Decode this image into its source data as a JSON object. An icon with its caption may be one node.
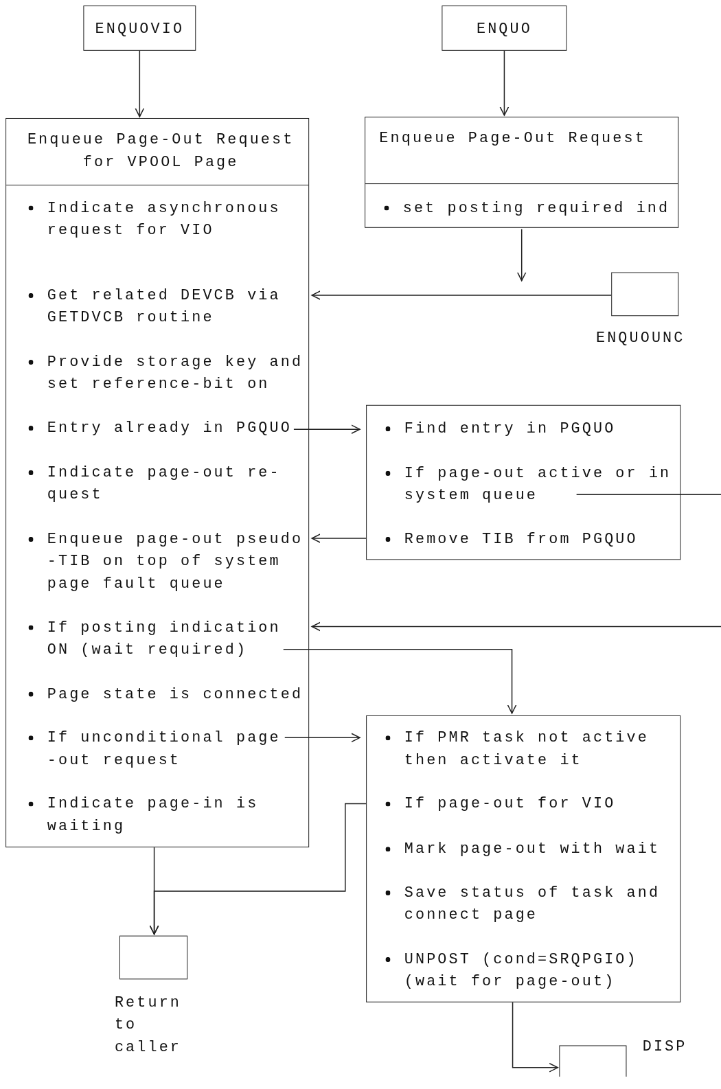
{
  "diagram": {
    "nodes": [
      {
        "text": [
          "ENQUOVIO"
        ]
      },
      {
        "text": [
          "ENQUO"
        ]
      },
      {
        "text": [
          "Enqueue Page-Out Request for VPOOL Page"
        ]
      },
      {
        "text": [
          "Indicate asynchronous request for VIO"
        ],
        "in": 2
      },
      {
        "text": [
          "Get related DEVCB via GETDVCB routine"
        ],
        "in": 2
      },
      {
        "text": [
          "Provide storage key and set reference-bit on"
        ],
        "in": 2
      },
      {
        "text": [
          "Entry already in PGQUO"
        ],
        "in": 2
      },
      {
        "text": [
          "Indicate page-out re- quest"
        ],
        "in": 2
      },
      {
        "text": [
          "Enqueue page-out pseudo -TIB on top of system page fault queue"
        ],
        "in": 2
      },
      {
        "text": [
          "If posting indication ON (wait required)"
        ],
        "in": 2
      },
      {
        "text": [
          "Page state is connected"
        ],
        "in": 2
      },
      {
        "text": [
          "If unconditional page -out request"
        ],
        "in": 2
      },
      {
        "text": [
          "Indicate page-in is waiting"
        ],
        "in": 2
      },
      {
        "text": [
          "Enqueue Page-Out Request"
        ]
      },
      {
        "text": [
          "set posting required ind"
        ],
        "in": 13
      },
      {
        "text": [],
        "shape": "box",
        "beside": [
          "ENQUOUNC"
        ]
      },
      {
        "text": [],
        "shape": "box"
      },
      {
        "text": [
          "Find entry in PGQUO"
        ],
        "in": 16
      },
      {
        "text": [
          "If page-out active or in system queue"
        ],
        "in": 16
      },
      {
        "text": [
          "Remove TIB from PGQUO"
        ],
        "in": 16
      },
      {
        "text": [],
        "shape": "box"
      },
      {
        "text": [
          "If PMR task not active then activate it"
        ],
        "in": 20
      },
      {
        "text": [
          "If page-out for VIO"
        ],
        "in": 20
      },
      {
        "text": [
          "Mark page-out with wait"
        ],
        "in": 20
      },
      {
        "text": [
          "Save status of task and connect page"
        ],
        "in": 20
      },
      {
        "text": [
          "UNPOST (cond=SRQPGIO) (wait for page-out)"
        ],
        "in": 20
      },
      {
        "text": [],
        "shape": "box",
        "beside": [
          "Return to caller"
        ]
      },
      {
        "text": [],
        "shape": "box",
        "beside": [
          "DISP"
        ]
      }
    ],
    "edges": [
      {
        "from": 0,
        "to": 2,
        "arrow": "to"
      },
      {
        "from": 1,
        "to": 13,
        "arrow": "to"
      },
      {
        "from": 13,
        "to": null,
        "arrow": "to"
      },
      {
        "from": 15,
        "to": 4,
        "arrow": "to"
      },
      {
        "from": 6,
        "to": 17,
        "arrow": "to"
      },
      {
        "from": 19,
        "to": 8,
        "arrow": "to"
      },
      {
        "from": 18,
        "to": 9,
        "arrow": "to"
      },
      {
        "from": 9,
        "to": 20,
        "arrow": "to"
      },
      {
        "from": 11,
        "to": 21,
        "arrow": "to"
      },
      {
        "from": 22,
        "to": 26,
        "arrow": "to"
      },
      {
        "from": 2,
        "to": 26,
        "arrow": "to"
      },
      {
        "from": 20,
        "to": 27,
        "arrow": "to"
      }
    ]
  }
}
